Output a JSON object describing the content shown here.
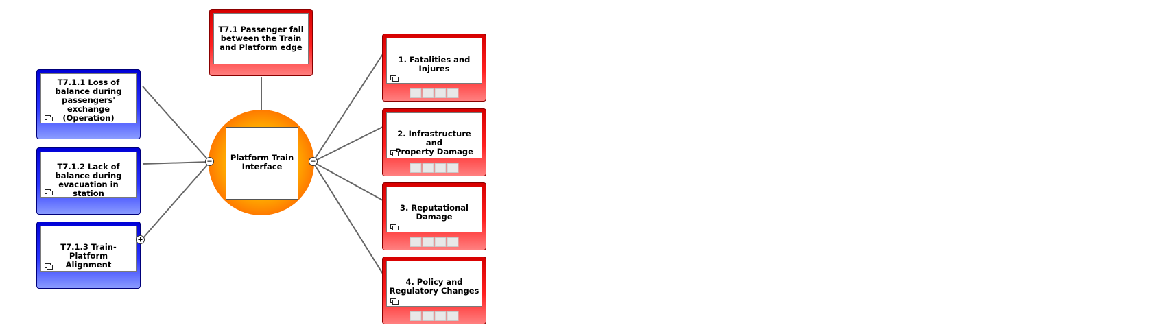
{
  "center": {
    "label": "Platform Train Interface",
    "label_line1": "Platform Train",
    "label_line2": "Interface"
  },
  "top_node": {
    "line1": "T7.1 Passenger fall",
    "line2": "between the Train",
    "line3": "and Platform edge"
  },
  "causes": [
    {
      "lines": [
        "T7.1.1 Loss of",
        "balance during",
        "passengers'",
        "exchange",
        "(Operation)"
      ]
    },
    {
      "lines": [
        "T7.1.2 Lack of",
        "balance during",
        "evacuation in station"
      ]
    },
    {
      "lines": [
        "T7.1.3 Train-Platform",
        "Alignment"
      ]
    }
  ],
  "consequences": [
    {
      "lines": [
        "1. Fatalities and",
        "Injures"
      ]
    },
    {
      "lines": [
        "2. Infrastructure and",
        "Property Damage"
      ]
    },
    {
      "lines": [
        "3. Reputational",
        "Damage"
      ]
    },
    {
      "lines": [
        "4. Policy and",
        "Regulatory Changes"
      ]
    }
  ],
  "toggles": {
    "collapse": "−",
    "expand": "+"
  },
  "icons": {
    "sub_diagram": "sub-diagram-icon"
  },
  "colors": {
    "cause": "#1a1aff",
    "consequence": "#ff1a1a",
    "hazard": "#ff8c00"
  }
}
